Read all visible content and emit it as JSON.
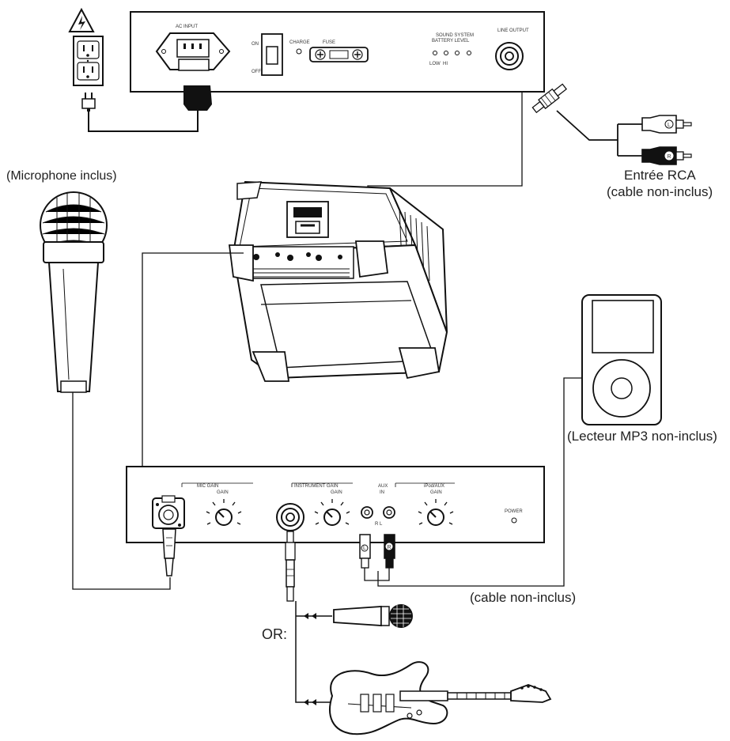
{
  "labels": {
    "microphone_included": "(Microphone inclus)",
    "rca_input": "Entrée RCA",
    "rca_cable_not_included": "(cable non-inclus)",
    "mp3_player_not_included": "(Lecteur MP3 non-inclus)",
    "cable_not_included": "(cable non-inclus)",
    "or": "OR:"
  },
  "top_panel": {
    "ac_input": "AC INPUT",
    "power_on": "ON",
    "power_off": "OFF",
    "charge": "CHARGE",
    "fuse": "FUSE",
    "sound_system": "SOUND SYSTEM",
    "battery_level": "BATTERY LEVEL",
    "line_output": "LINE OUTPUT",
    "low": "LOW",
    "hi": "HI"
  },
  "bottom_panel": {
    "mic_gain": "MIC GAIN",
    "mic_gain_sub": "GAIN",
    "instrument_gain": "INSTRUMENT GAIN",
    "instrument_gain_sub": "GAIN",
    "aux": "AUX",
    "aux_sub": "IN",
    "ipod_aux": "iPod/AUX",
    "ipod_aux_sub": "GAIN",
    "power": "POWER",
    "right_left": "R  L"
  },
  "connector_marks": {
    "left": "L",
    "right": "R"
  }
}
